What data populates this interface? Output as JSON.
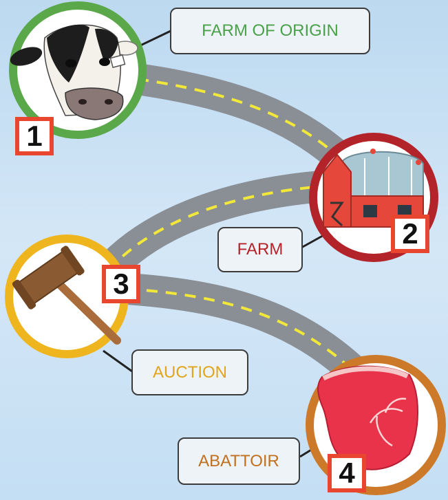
{
  "stages": [
    {
      "number": "1",
      "label": "FARM OF ORIGIN",
      "icon": "cow-icon",
      "ring_color": "#5aa84a",
      "label_color": "#4aa14a"
    },
    {
      "number": "2",
      "label": "FARM",
      "icon": "barn-icon",
      "ring_color": "#b3242a",
      "label_color": "#b3242a"
    },
    {
      "number": "3",
      "label": "AUCTION",
      "icon": "gavel-icon",
      "ring_color": "#efb51e",
      "label_color": "#e0a51a"
    },
    {
      "number": "4",
      "label": "ABATTOIR",
      "icon": "meat-icon",
      "ring_color": "#cc7a2a",
      "label_color": "#c2701e"
    }
  ],
  "colors": {
    "road": "#8a8e95",
    "road_dash": "#f1e83a",
    "badge_border": "#e8462f"
  }
}
